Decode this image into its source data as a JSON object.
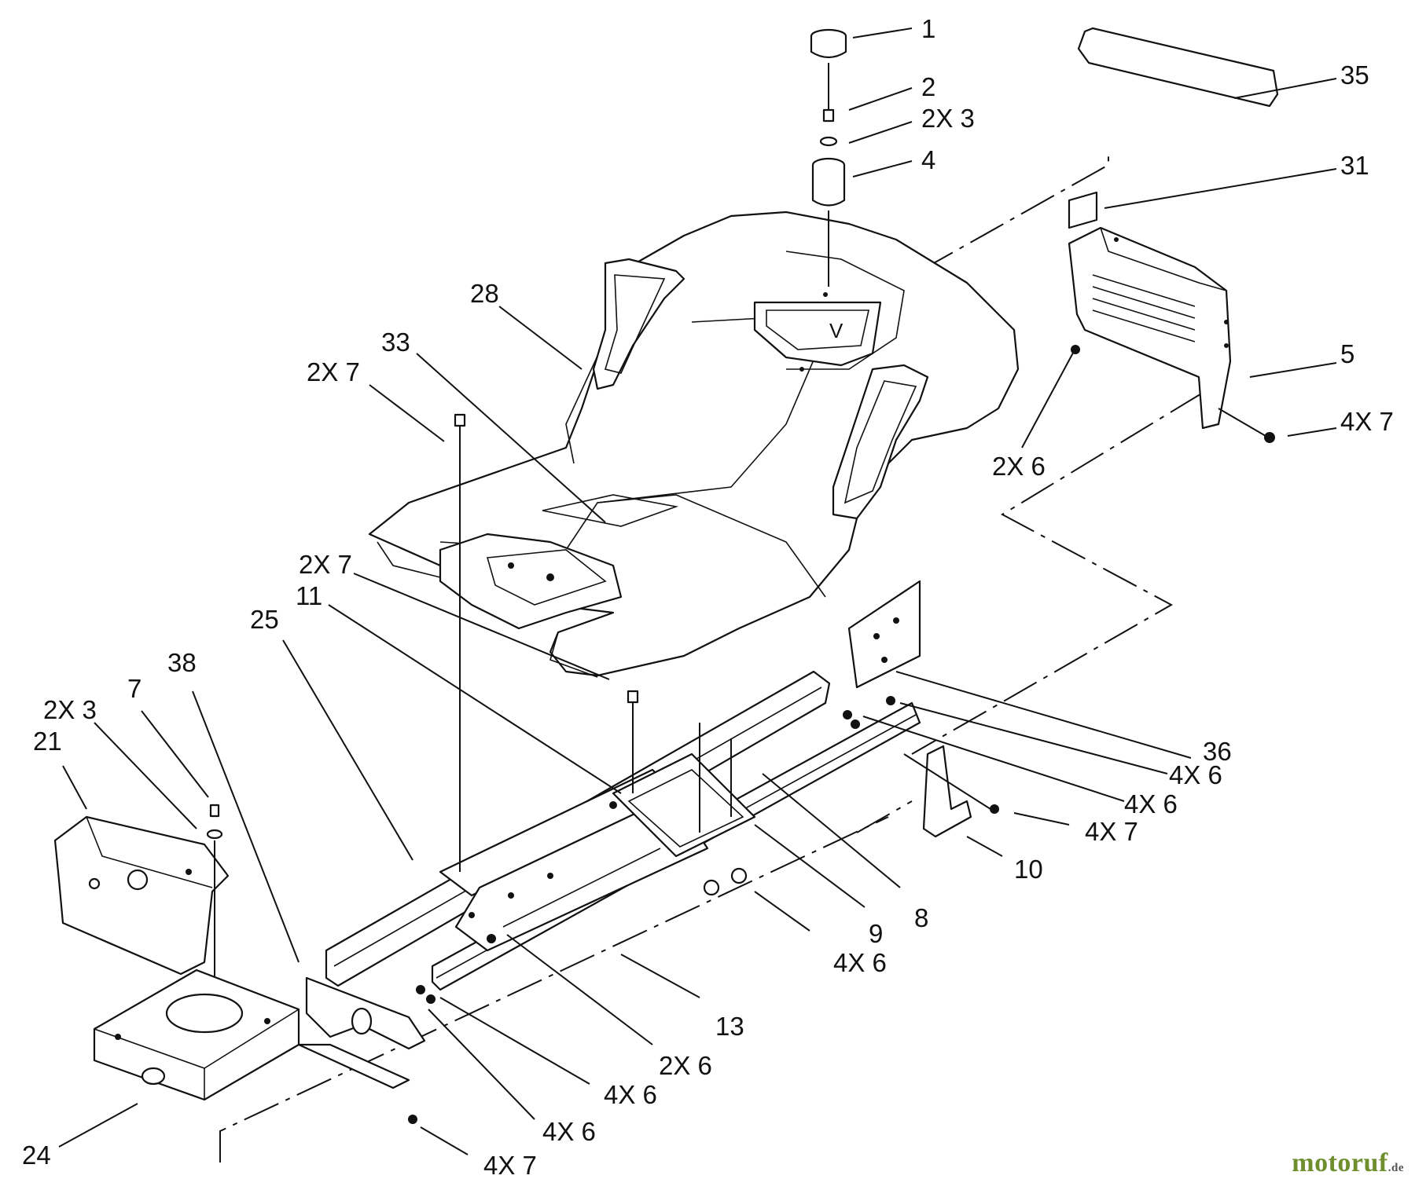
{
  "labels": [
    {
      "id": "l1",
      "text": "1"
    },
    {
      "id": "l2",
      "text": "2"
    },
    {
      "id": "l3",
      "text": "2X 3"
    },
    {
      "id": "l4",
      "text": "4"
    },
    {
      "id": "l35",
      "text": "35"
    },
    {
      "id": "l31",
      "text": "31"
    },
    {
      "id": "l5",
      "text": "5"
    },
    {
      "id": "l4x7a",
      "text": "4X 7"
    },
    {
      "id": "l2x6a",
      "text": "2X 6"
    },
    {
      "id": "l28",
      "text": "28"
    },
    {
      "id": "l33",
      "text": "33"
    },
    {
      "id": "l2x7a",
      "text": "2X 7"
    },
    {
      "id": "l2x7b",
      "text": "2X 7"
    },
    {
      "id": "l11",
      "text": "11"
    },
    {
      "id": "l25",
      "text": "25"
    },
    {
      "id": "l38",
      "text": "38"
    },
    {
      "id": "l7",
      "text": "7"
    },
    {
      "id": "l2x3b",
      "text": "2X 3"
    },
    {
      "id": "l21",
      "text": "21"
    },
    {
      "id": "l36",
      "text": "36"
    },
    {
      "id": "l4x6a",
      "text": "4X 6"
    },
    {
      "id": "l4x6b",
      "text": "4X 6"
    },
    {
      "id": "l4x7b",
      "text": "4X 7"
    },
    {
      "id": "l10",
      "text": "10"
    },
    {
      "id": "l8",
      "text": "8"
    },
    {
      "id": "l9",
      "text": "9"
    },
    {
      "id": "l4x6c",
      "text": "4X 6"
    },
    {
      "id": "l13",
      "text": "13"
    },
    {
      "id": "l2x6b",
      "text": "2X 6"
    },
    {
      "id": "l4x6d",
      "text": "4X 6"
    },
    {
      "id": "l4x6e",
      "text": "4X 6"
    },
    {
      "id": "l24",
      "text": "24"
    },
    {
      "id": "l4x7c",
      "text": "4X 7"
    }
  ],
  "decal_text": "V",
  "watermark": {
    "main": "motoruf",
    "suffix": ".de"
  }
}
